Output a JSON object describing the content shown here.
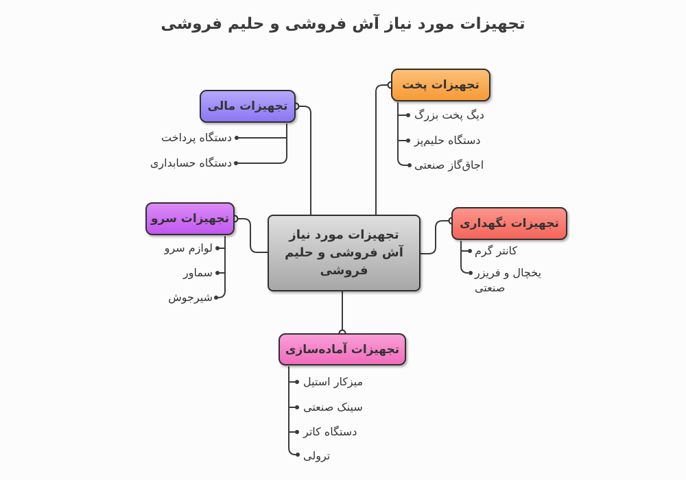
{
  "title": "تجهیزات مورد نیاز آش فروشی و حلیم فروشی",
  "center": {
    "label": "تجهیزات مورد نیاز آش فروشی و حلیم فروشی"
  },
  "branches": [
    {
      "id": "financial",
      "label": "تجهیزات مالی",
      "color": "#9b84f6",
      "items": [
        "دستگاه پرداخت",
        "دستگاه حسابداری"
      ]
    },
    {
      "id": "cooking",
      "label": "تجهیزات پخت",
      "color": "#f8a64f",
      "items": [
        "دیگ پخت بزرگ",
        "دستگاه حلیم‌پز",
        "اجاق‌گاز صنعتی"
      ]
    },
    {
      "id": "serving",
      "label": "تجهیزات سرو",
      "color": "#cd6ff3",
      "items": [
        "لوازم سرو",
        "سماور",
        "شیرجوش"
      ]
    },
    {
      "id": "storage",
      "label": "تجهیزات نگهداری",
      "color": "#f97a70",
      "items": [
        "کانتر گرم",
        "یخچال و فریزر صنعتی"
      ]
    },
    {
      "id": "preparation",
      "label": "تجهیزات آماده‌سازی",
      "color": "#f585ca",
      "items": [
        "میزکار استیل",
        "سینک صنعتی",
        "دستگاه کاتر",
        "ترولی"
      ]
    }
  ],
  "colors": {
    "center_node": "#c3c3c3",
    "wire": "#3a3a3a",
    "text": "#333333",
    "background": "#fcfcfd"
  }
}
